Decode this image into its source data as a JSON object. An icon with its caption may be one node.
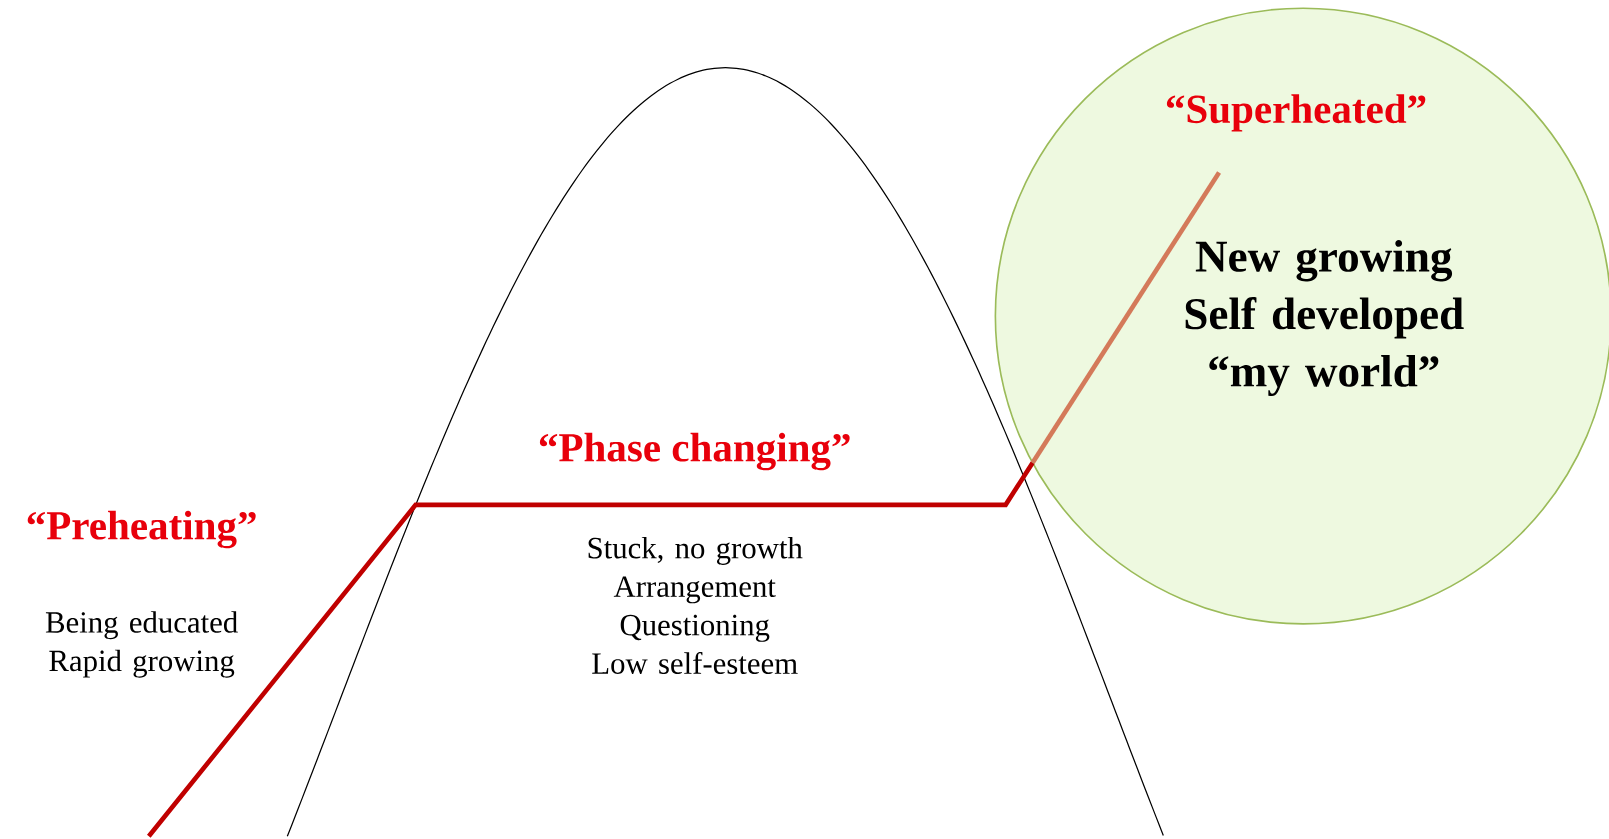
{
  "diagram": {
    "nodes": [
      {
        "text": [
          "“Superheated”",
          "New growing Self developed “my world”"
        ]
      }
    ],
    "labels": [
      "“Preheating”",
      "Being educated Rapid growing",
      "“Phase changing”",
      "Stuck, no growth Arrangement Questioning Low self-esteem"
    ]
  }
}
